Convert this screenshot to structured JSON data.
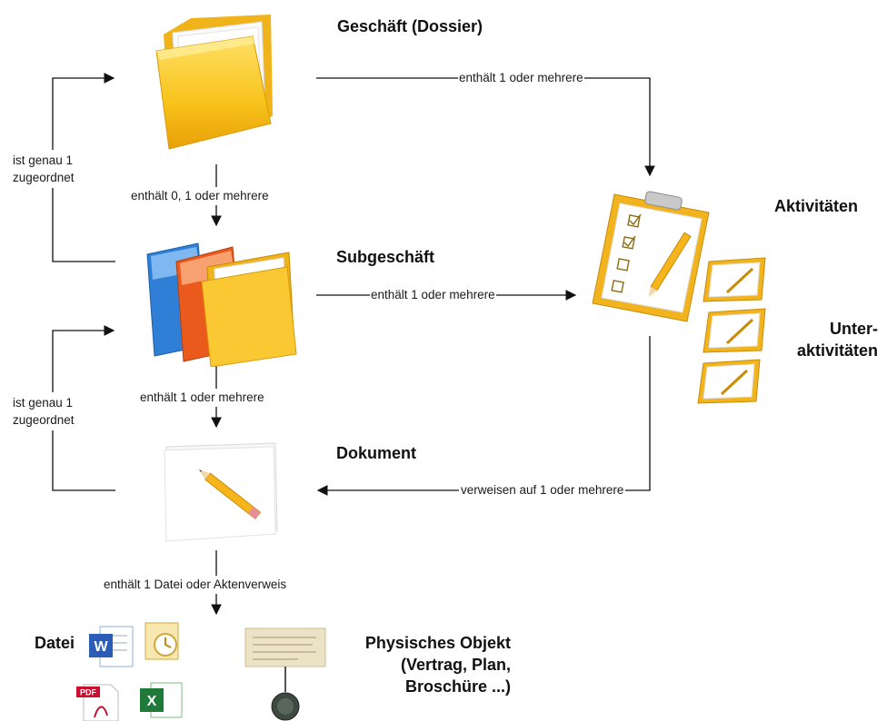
{
  "nodes": {
    "geschaeft": "Geschäft (Dossier)",
    "aktivitaeten": "Aktivitäten",
    "subgeschaeft": "Subgeschäft",
    "unteraktivitaeten_line1": "Unter-",
    "unteraktivitaeten_line2": "aktivitäten",
    "dokument": "Dokument",
    "datei": "Datei",
    "physisch_line1": "Physisches Objekt",
    "physisch_line2": "(Vertrag, Plan,",
    "physisch_line3": "Broschüre ...)"
  },
  "edges": {
    "geschaeft_to_aktivitaeten": "enthält 1 oder mehrere",
    "geschaeft_to_subgeschaeft": "enthält 0, 1 oder mehrere",
    "subgeschaeft_to_aktivitaeten": "enthält 1 oder mehrere",
    "subgeschaeft_to_dokument": "enthält 1 oder mehrere",
    "aktivitaeten_to_dokument": "verweisen auf 1 oder mehrere",
    "dokument_to_datei": "enthält 1 Datei oder Aktenverweis",
    "loop_top_line1": "ist genau 1",
    "loop_top_line2": "zugeordnet",
    "loop_bottom_line1": "ist genau 1",
    "loop_bottom_line2": "zugeordnet"
  },
  "file_icons": {
    "word_label": "W",
    "excel_label": "X",
    "pdf_label": "PDF"
  }
}
